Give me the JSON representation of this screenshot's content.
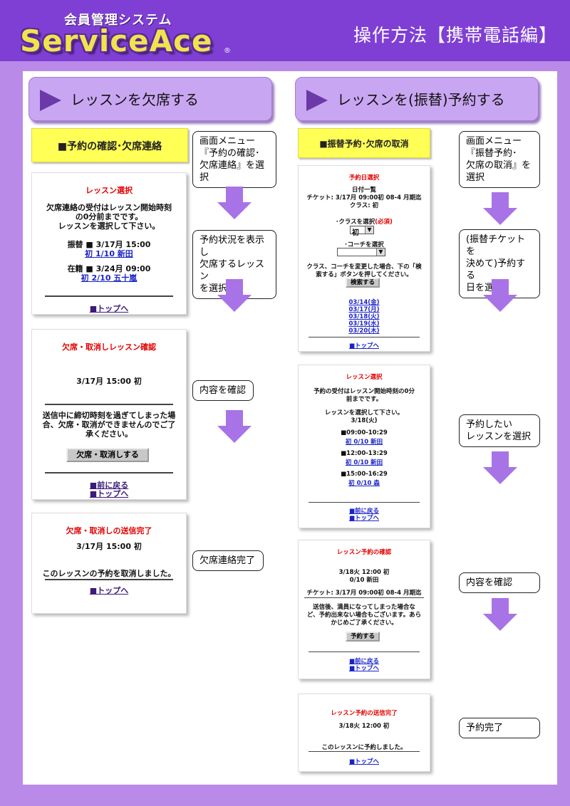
{
  "header": {
    "subtitle": "会員管理システム",
    "logo": "ServiceAce",
    "reg_mark": "®",
    "title": "操作方法【携帯電話編】"
  },
  "colors": {
    "header": "#7f3fd4",
    "background": "#b98ae8",
    "arrow": "#a873e6",
    "accent_red": "#e20000",
    "link_blue": "#1a23c9"
  },
  "left": {
    "section_title": "レッスンを欠席する",
    "menu_label": "■予約の確認･欠席連絡",
    "notes": [
      "画面メニュー",
      "『予約の確認･",
      "欠席連絡』を選択",
      "予約状況を表示し",
      "欠席するレッスン",
      "を選択",
      "内容を確認",
      "欠席連絡完了"
    ],
    "card1": {
      "title": "レッスン選択",
      "desc1": "欠席連絡の受付はレッスン開始時刻",
      "desc2": "の0分前までです。",
      "desc3": "レッスンを選択して下さい。",
      "item1": "振替 ■ 3/17月 15:00",
      "item1_link": "初 1/10 新田",
      "item2": "在籍 ■ 3/24月 09:00",
      "item2_link": "初 2/10 五十嵐",
      "top_link": "■トップへ"
    },
    "card2": {
      "title": "欠席・取消しレッスン確認",
      "datetime": "3/17月 15:00 初",
      "warn1": "送信中に締切時刻を過ぎてしまった場",
      "warn2": "合、欠席・取消ができませんのでご了",
      "warn3": "承ください。",
      "button": "欠席・取消しする",
      "back_link": "■前に戻る",
      "top_link": "■トップへ"
    },
    "card3": {
      "title": "欠席・取消しの送信完了",
      "datetime": "3/17月 15:00 初",
      "message": "このレッスンの予約を取消しました。",
      "top_link": "■トップへ"
    }
  },
  "right": {
    "section_title": "レッスンを(振替)予約する",
    "menu_label": "■振替予約･欠席の取消",
    "notes": [
      "画面メニュー",
      "『振替予約･",
      "欠席の取消』を",
      "選択",
      "(振替チケットを",
      "決めて)予約する",
      "日を選択",
      "予約したい",
      "レッスンを選択",
      "内容を確認",
      "予約完了"
    ],
    "card1": {
      "title": "予約日選択",
      "list_title": "日付一覧",
      "ticket": "チケット: 3/17月 09:00初 08-4 月期迄",
      "class_info": "クラス: 初",
      "class_label": "･クラスを選択",
      "required": "(必須)",
      "class_value": "初",
      "coach_label": "･コーチを選択",
      "note1": "クラス、コーチを変更した場合、下の「検",
      "note2": "索する」ボタンを押してください。",
      "search_button": "検索する",
      "dates": [
        "03/14(金)",
        "03/17(月)",
        "03/18(火)",
        "03/19(水)",
        "03/20(木)"
      ],
      "top_link": "■トップへ"
    },
    "card2": {
      "title": "レッスン選択",
      "desc1": "予約の受付はレッスン開始時刻の0分",
      "desc2": "前までです。",
      "desc3": "レッスンを選択して下さい。",
      "date": "3/18(火)",
      "slots": [
        {
          "time": "■09:00-10:29",
          "link": "初 0/10 新田"
        },
        {
          "time": "■12:00-13:29",
          "link": "初 0/10 新田"
        },
        {
          "time": "■15:00-16:29",
          "link": "初 0/10 森"
        }
      ],
      "back_link": "■前に戻る",
      "top_link": "■トップへ"
    },
    "card3": {
      "title": "レッスン予約の確認",
      "datetime": "3/18火 12:00 初",
      "capacity": "0/10 新田",
      "ticket": "チケット: 3/17月 09:00初 08-4 月期迄",
      "warn1": "送信後、満員になってしまった場合な",
      "warn2": "ど、予約出来ない場合もございます。あら",
      "warn3": "かじめご了承ください。",
      "button": "予約する",
      "back_link": "■前に戻る",
      "top_link": "■トップへ"
    },
    "card4": {
      "title": "レッスン予約の送信完了",
      "datetime": "3/18火 12:00 初",
      "message": "このレッスンに予約しました。",
      "top_link": "■トップへ"
    }
  }
}
